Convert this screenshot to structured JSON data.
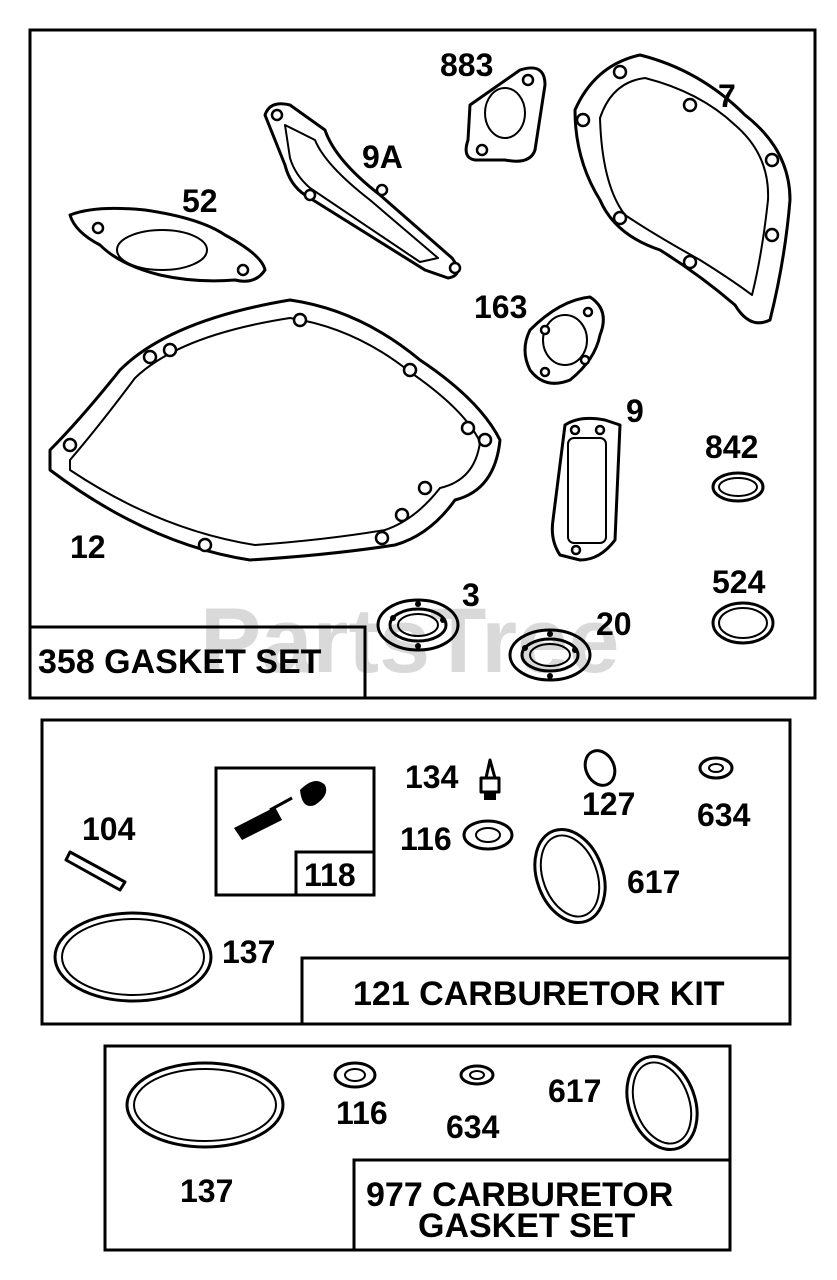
{
  "watermark": "PartsTree",
  "sections": {
    "gasket_set": {
      "title": "358 GASKET SET",
      "parts": {
        "p883": "883",
        "p7": "7",
        "p9a": "9A",
        "p52": "52",
        "p163": "163",
        "p9": "9",
        "p842": "842",
        "p12": "12",
        "p3": "3",
        "p524": "524",
        "p20": "20"
      }
    },
    "carburetor_kit": {
      "title": "121 CARBURETOR KIT",
      "inset_label": "118",
      "parts": {
        "p134": "134",
        "p104": "104",
        "p127": "127",
        "p634": "634",
        "p116": "116",
        "p617": "617",
        "p137": "137"
      }
    },
    "carb_gasket_set": {
      "title_line1": "977 CARBURETOR",
      "title_line2": "GASKET SET",
      "parts": {
        "p116": "116",
        "p617": "617",
        "p634": "634",
        "p137": "137"
      }
    }
  }
}
